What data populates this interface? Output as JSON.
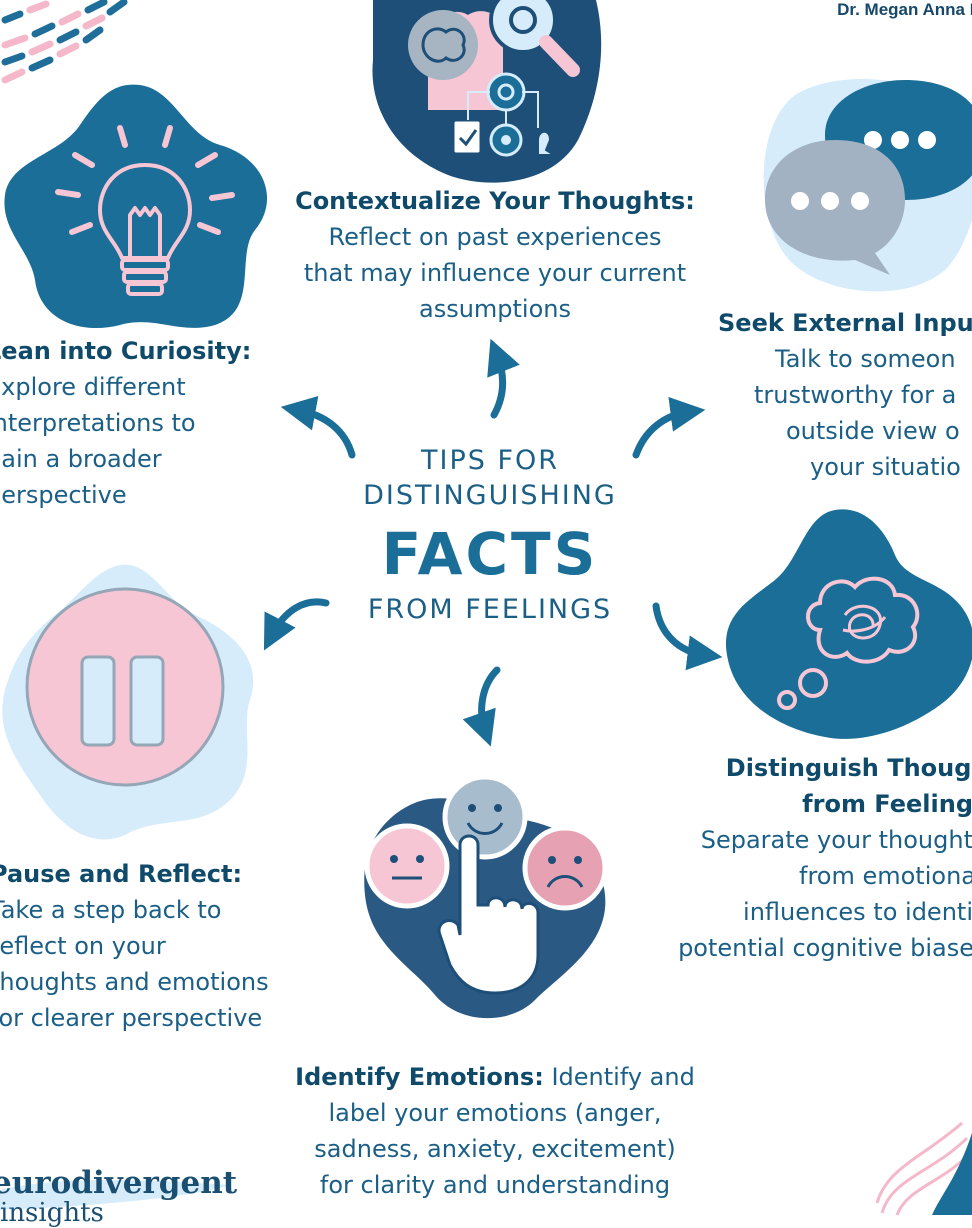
{
  "author": "Dr. Megan Anna N",
  "center": {
    "line1": "TIPS FOR",
    "line2": "DISTINGUISHING",
    "line3": "FACTS",
    "line4": "FROM FEELINGS"
  },
  "tips": {
    "contextualize": {
      "title": "Contextualize Your Thoughts:",
      "lines": [
        "Reflect on past experiences",
        "that may influence your current",
        "assumptions"
      ]
    },
    "curiosity": {
      "title": "Lean into Curiosity:",
      "lines": [
        "Explore different",
        "interpretations to",
        "gain a broader",
        "perspective"
      ]
    },
    "external": {
      "title": "Seek External Inpu",
      "lines": [
        "Talk to someon",
        "trustworthy for a",
        "outside view o",
        "your situatio"
      ]
    },
    "distinguish": {
      "title1": "Distinguish Thought",
      "title2": "from Feeling",
      "lines": [
        "Separate your thought",
        "from emotiona",
        "influences to identi",
        "potential cognitive biase"
      ]
    },
    "pause": {
      "title": "Pause and Reflect:",
      "lines": [
        "Take a step back to",
        "reflect on your",
        "thoughts and emotions",
        "for clearer perspective"
      ]
    },
    "emotions": {
      "title": "Identify Emotions:",
      "first_line_rest": " Identify and",
      "lines": [
        "label your emotions (anger,",
        "sadness, anxiety, excitement)",
        "for clarity and understanding"
      ]
    }
  },
  "logo": {
    "line1": "eurodivergent",
    "line2": "insights"
  },
  "colors": {
    "navy": "#1f4e79",
    "teal": "#1a6e98",
    "pink": "#f7c6d4",
    "lightblue": "#d6ecfb",
    "gray": "#9fb0c0"
  },
  "icons": [
    "lightbulb-icon",
    "brain-gears-icon",
    "speech-bubbles-icon",
    "thought-cloud-icon",
    "pause-icon",
    "emotion-faces-icon"
  ]
}
